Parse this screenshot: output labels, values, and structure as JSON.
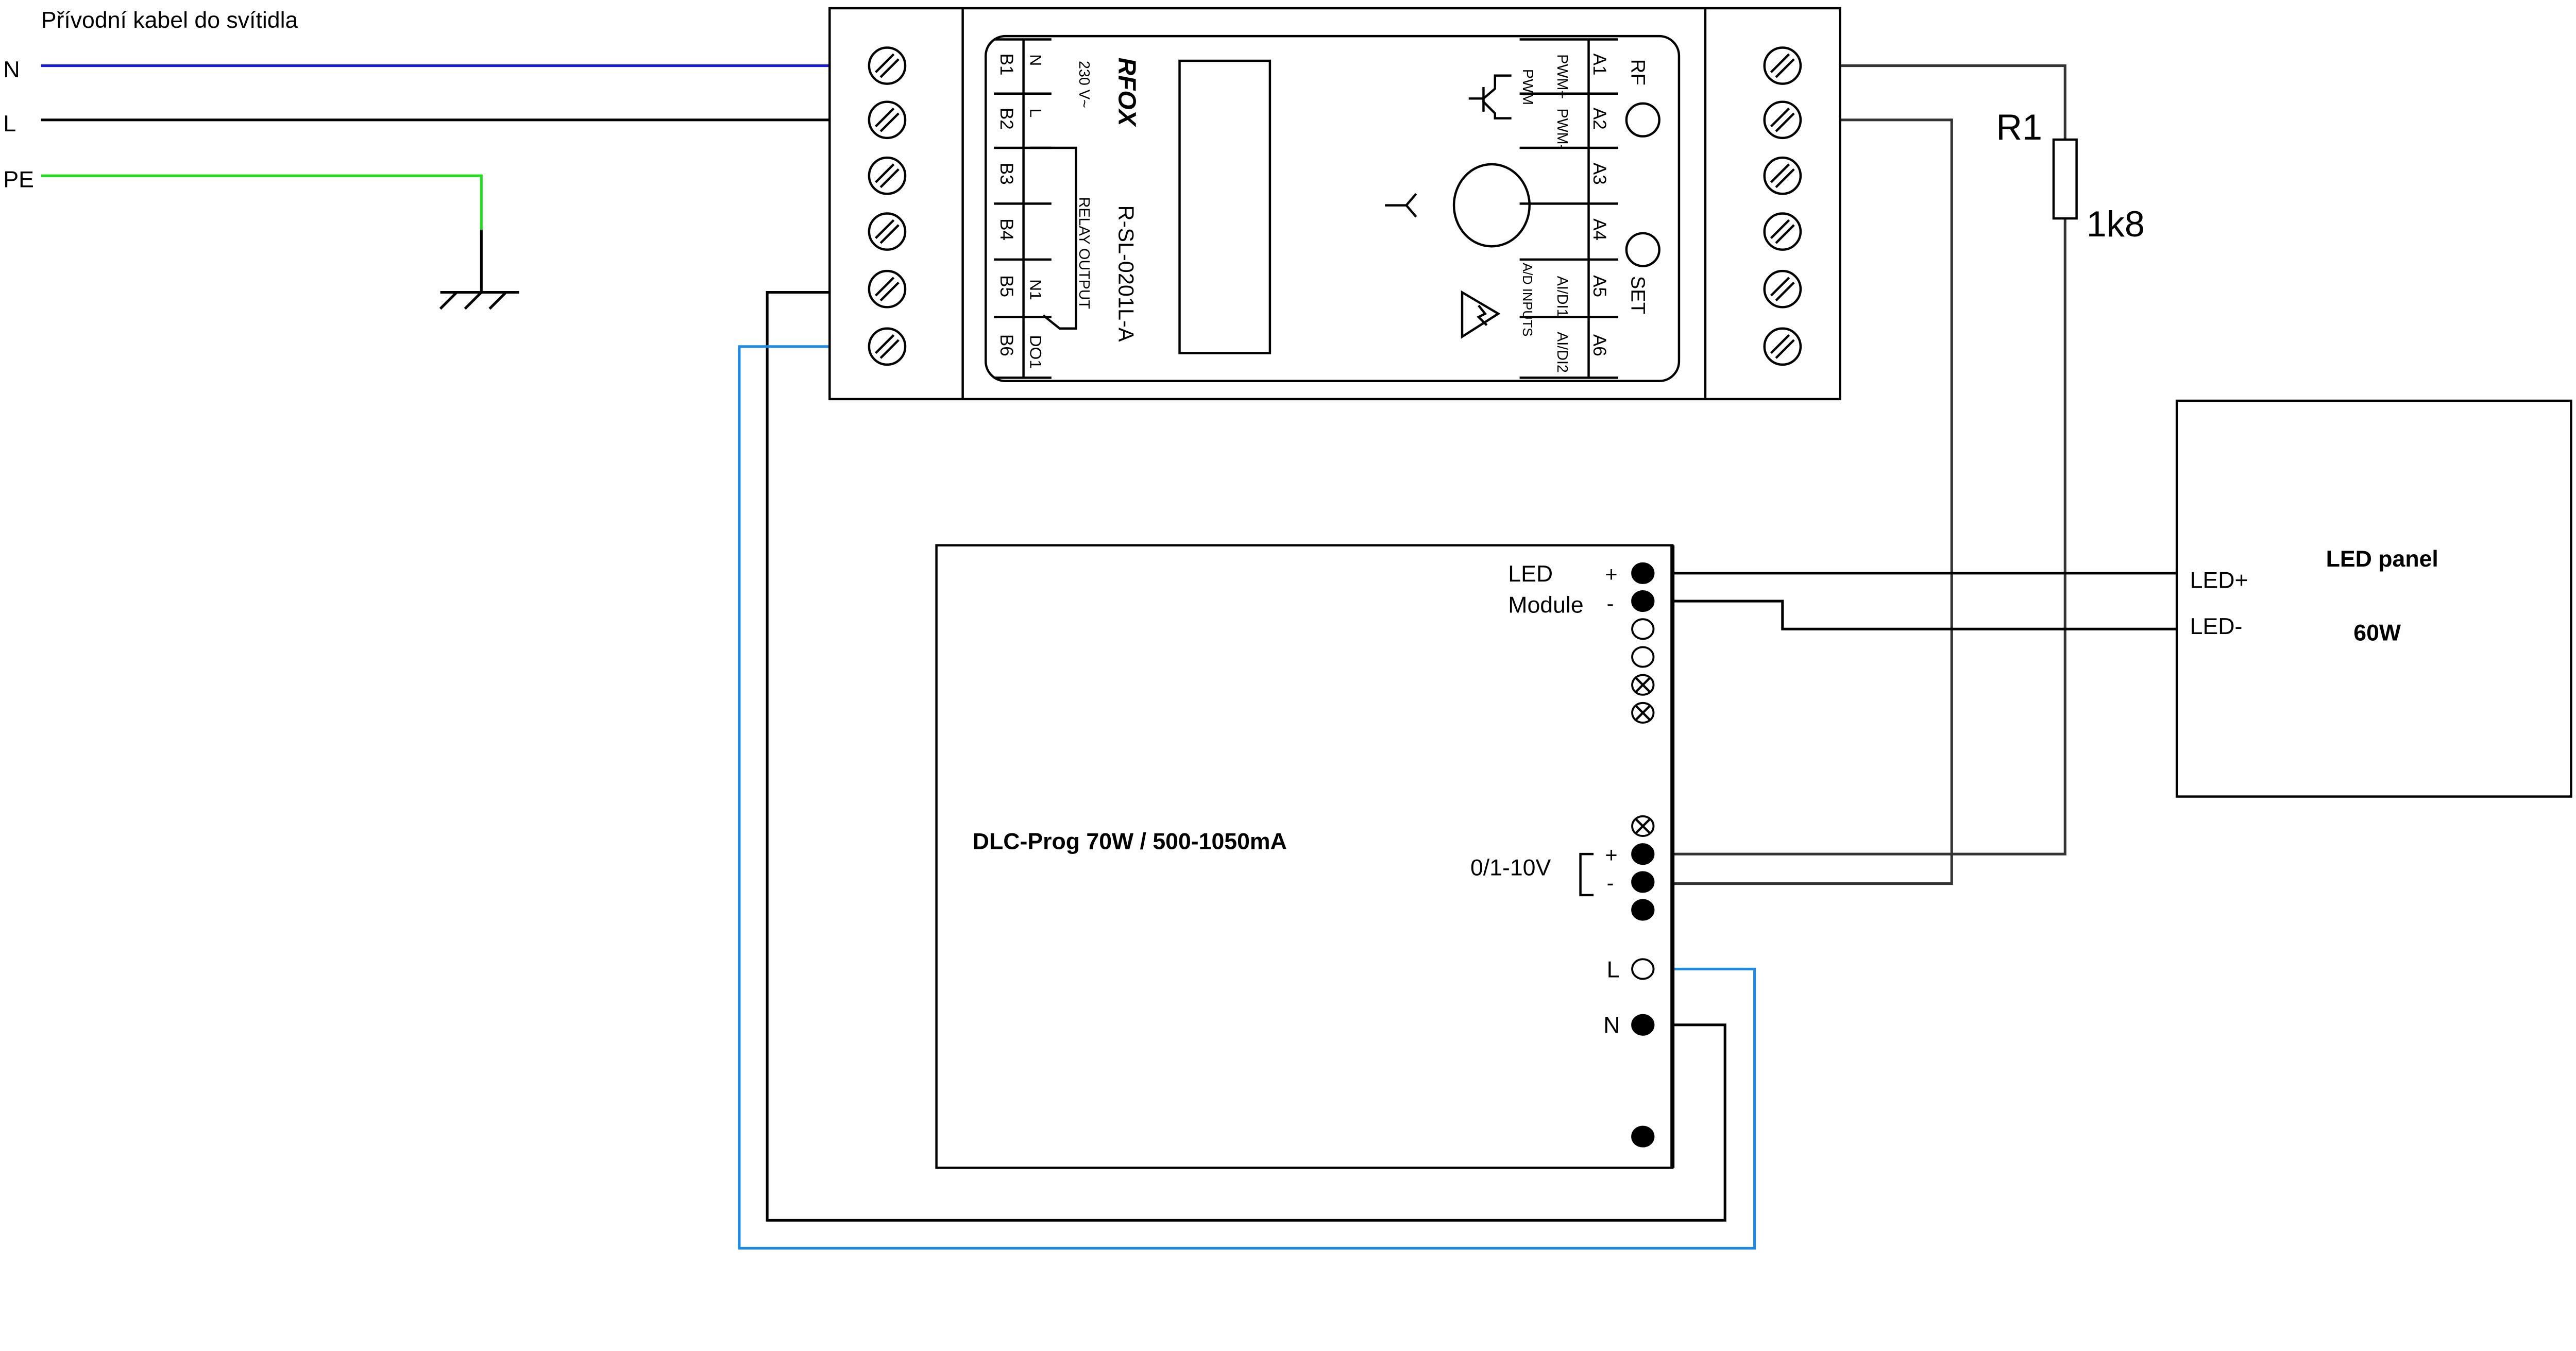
{
  "title": "Přívodní kabel do svítidla",
  "supply": {
    "n": "N",
    "l": "L",
    "pe": "PE"
  },
  "colors": {
    "neutral": "#1a1adb",
    "live": "#000000",
    "earth": "#22dd22",
    "blue_wire": "#1e88e5",
    "signal": "#333333"
  },
  "module": {
    "model": "R-SL-0201L-A",
    "logo": "RFOX",
    "voltage": "230 V~",
    "relay_output": "RELAY OUTPUT",
    "b_terminals": [
      "B1",
      "B2",
      "B3",
      "B4",
      "B5",
      "B6"
    ],
    "b_labels": {
      "n": "N",
      "l": "L",
      "n1": "N1",
      "do1": "DO1"
    },
    "a_terminals": [
      "A1",
      "A2",
      "A3",
      "A4",
      "A5",
      "A6"
    ],
    "pwm_plus": "PWM+",
    "pwm_minus": "PWM-",
    "pwm": "PWM",
    "ai1": "AI/DI1",
    "ai2": "AI/DI2",
    "ad_inputs": "A/D INPUTS",
    "rf": "RF",
    "set": "SET"
  },
  "resistor": {
    "name": "R1",
    "value": "1k8"
  },
  "driver": {
    "name": "DLC-Prog 70W / 500-1050mA",
    "led": "LED",
    "module": "Module",
    "plus": "+",
    "minus": "-",
    "dim": "0/1-10V",
    "l": "L",
    "n": "N"
  },
  "panel": {
    "title": "LED panel",
    "power": "60W",
    "led_plus": "LED+",
    "led_minus": "LED-"
  }
}
